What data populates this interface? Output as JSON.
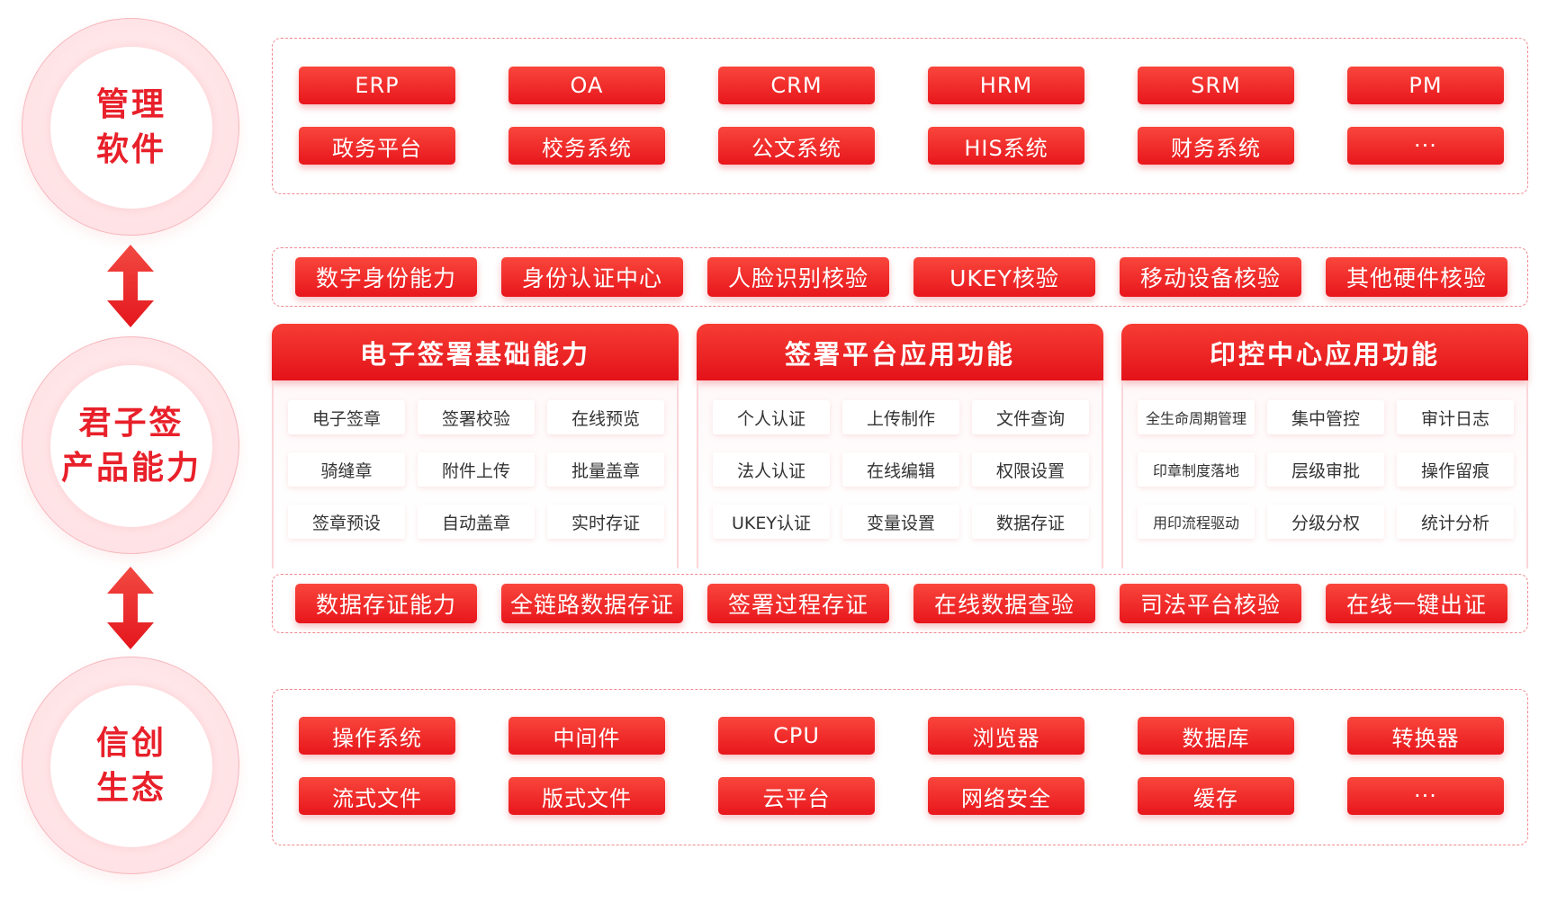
{
  "left": {
    "top": {
      "line1": "管理",
      "line2": "软件"
    },
    "middle": {
      "line1": "君子签",
      "line2": "产品能力"
    },
    "bottom": {
      "line1": "信创",
      "line2": "生态"
    }
  },
  "management_software": {
    "row1": [
      "ERP",
      "OA",
      "CRM",
      "HRM",
      "SRM",
      "PM"
    ],
    "row2": [
      "政务平台",
      "校务系统",
      "公文系统",
      "HIS系统",
      "财务系统",
      "···"
    ]
  },
  "identity_capabilities": [
    "数字身份能力",
    "身份认证中心",
    "人脸识别核验",
    "UKEY核验",
    "移动设备核验",
    "其他硬件核验"
  ],
  "panels": [
    {
      "title": "电子签署基础能力",
      "items": [
        "电子签章",
        "签署校验",
        "在线预览",
        "骑缝章",
        "附件上传",
        "批量盖章",
        "签章预设",
        "自动盖章",
        "实时存证"
      ]
    },
    {
      "title": "签署平台应用功能",
      "items": [
        "个人认证",
        "上传制作",
        "文件查询",
        "法人认证",
        "在线编辑",
        "权限设置",
        "UKEY认证",
        "变量设置",
        "数据存证"
      ]
    },
    {
      "title": "印控中心应用功能",
      "items": [
        "全生命周期管理",
        "集中管控",
        "审计日志",
        "印章制度落地",
        "层级审批",
        "操作留痕",
        "用印流程驱动",
        "分级分权",
        "统计分析"
      ]
    }
  ],
  "evidence_capabilities": [
    "数据存证能力",
    "全链路数据存证",
    "签署过程存证",
    "在线数据查验",
    "司法平台核验",
    "在线一键出证"
  ],
  "xinchuang_ecosystem": {
    "row1": [
      "操作系统",
      "中间件",
      "CPU",
      "浏览器",
      "数据库",
      "转换器"
    ],
    "row2": [
      "流式文件",
      "版式文件",
      "云平台",
      "网络安全",
      "缓存",
      "···"
    ]
  },
  "colors": {
    "accent": "#e8202a",
    "dashed_border": "#f08a90",
    "circle_ring": "#fde1e4"
  },
  "icons": {
    "connector": "double-arrow-vertical"
  }
}
